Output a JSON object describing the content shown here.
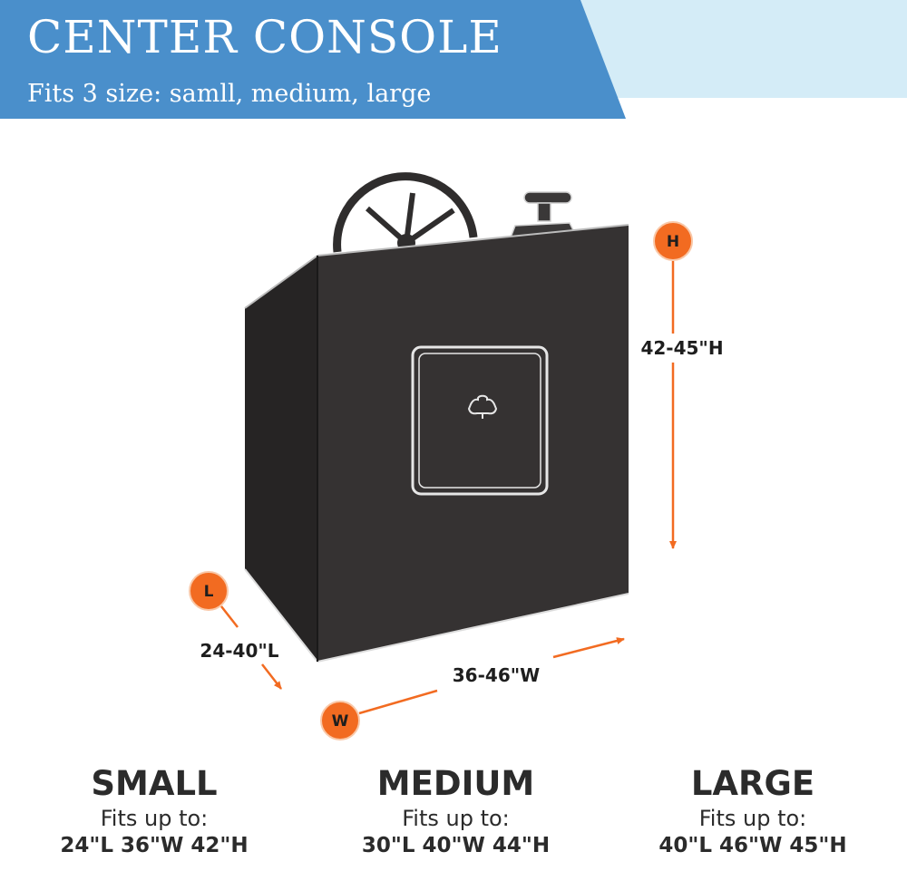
{
  "banner": {
    "title": "CENTER CONSOLE",
    "subtitle": "Fits 3 size: samll, medium, large"
  },
  "dimensions": {
    "height": {
      "badge": "H",
      "label": "42-45\"H"
    },
    "length": {
      "badge": "L",
      "label": "24-40\"L"
    },
    "width": {
      "badge": "W",
      "label": "36-46\"W"
    }
  },
  "colors": {
    "banner_blue": "#4a8fcb",
    "banner_light": "#d4ecf7",
    "accent_orange": "#f26b21",
    "cover_dark": "#2f2d2d"
  },
  "sizes": [
    {
      "name": "SMALL",
      "fits": "Fits up to:",
      "dims": "24\"L  36\"W  42\"H"
    },
    {
      "name": "MEDIUM",
      "fits": "Fits up to:",
      "dims": "30\"L  40\"W  44\"H"
    },
    {
      "name": "LARGE",
      "fits": "Fits up to:",
      "dims": "40\"L  46\"W  45\"H"
    }
  ]
}
